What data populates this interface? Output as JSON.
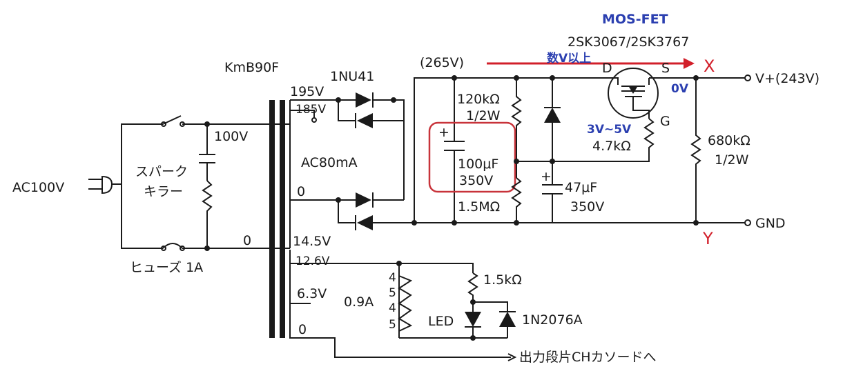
{
  "labels": {
    "mosfet_title": "MOS-FET",
    "mosfet_part": "2SK3067/2SK3767",
    "transformer": "KmB90F",
    "rectifier": "1NU41",
    "v265": "(265V)",
    "vplus": "V+(243V)",
    "several_v": "数V以上",
    "drain": "D",
    "source": "S",
    "gate": "G",
    "x_mark": "X",
    "y_mark": "Y",
    "zero_v": "0V",
    "gate_v": "3V~5V",
    "r_gate": "4.7kΩ",
    "r_bleed": "680kΩ",
    "r_bleed_w": "1/2W",
    "r120": "120kΩ",
    "r120_w": "1/2W",
    "c100": "100μF",
    "c100_v": "350V",
    "r15m": "1.5MΩ",
    "c47": "47μF",
    "c47_v": "350V",
    "gnd": "GND",
    "ac100v": "AC100V",
    "spark1": "スパーク",
    "spark2": "キラー",
    "fuse": "ヒューズ 1A",
    "tap100": "100V",
    "tap0p": "0",
    "tap195": "195V",
    "tap185": "185V",
    "ac80": "AC80mA",
    "tap0a": "0",
    "tap145": "14.5V",
    "tap126": "12.6V",
    "tap63": "6.3V",
    "tap0b": "0",
    "heater_a": "0.9A",
    "h1": "4",
    "h2": "5",
    "h3": "4",
    "h4": "5",
    "r15k": "1.5kΩ",
    "led": "LED",
    "diode": "1N2076A",
    "output": "出力段片CHカソードへ",
    "plus_c100": "+",
    "plus_c47": "+"
  },
  "colors": {
    "wire": "#1a1a1a",
    "blue": "#2b3fb0",
    "red": "#d21f2a",
    "highlight": "#c8333a"
  }
}
